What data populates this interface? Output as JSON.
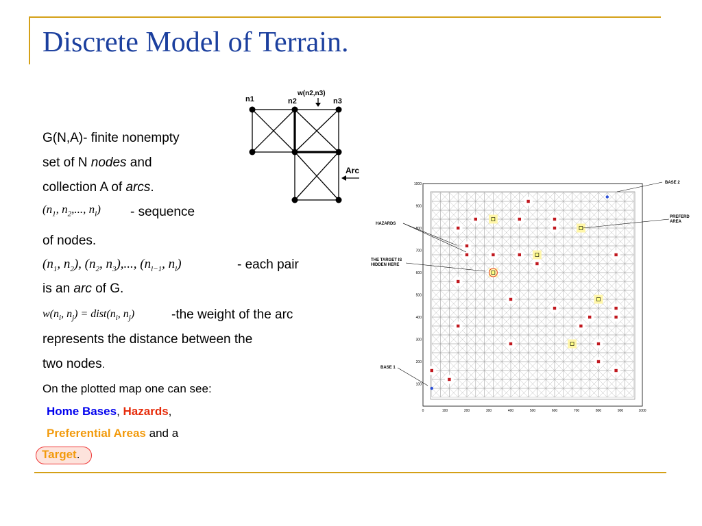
{
  "slide": {
    "title": "Discrete Model of Terrain.",
    "para1": {
      "line1": "G(N,A)- finite nonempty",
      "line2_pre": "set  of N ",
      "line2_em": "nodes",
      "line2_post": " and",
      "line3_pre": "collection A of ",
      "line3_em": "arcs",
      "line3_post": "."
    },
    "seq_formula": {
      "open": "(n",
      "s1": "1",
      "c1": ", n",
      "s2": "2",
      "c2": ",..., n",
      "s3": "l",
      "close": ")"
    },
    "seq_text": "- sequence",
    "seq_text2": "of nodes.",
    "pairs_formula": {
      "p1": "(n",
      "s1": "1",
      "p2": ", n",
      "s2": "2",
      "p3": "), (n",
      "s3": "2",
      "p4": ", n",
      "s4": "3",
      "p5": "),..., (n",
      "s5": "l−1",
      "p6": ", n",
      "s6": "l",
      "p7": ")"
    },
    "pairs_text": "- each pair",
    "arc_pre": "is an ",
    "arc_em": "arc",
    "arc_post": " of G.",
    "weight_formula": {
      "w": "w(n",
      "s1": "i",
      "a": ", n",
      "s2": "j",
      "b": ") = dist(n",
      "s3": "i",
      "c": ", n",
      "s4": "j",
      "d": ")"
    },
    "weight_text": "-the weight of the arc",
    "weight_text2": "represents the distance between the",
    "weight_text3": "two nodes",
    "weight_text3_end": ".",
    "map_line": "On the plotted map one can see:",
    "legend": {
      "home_bases": "Home Bases",
      "comma1": ",",
      "hazards": "Hazards",
      "comma2": ",",
      "preferential": "Preferential Areas",
      "and_a": " and a",
      "target": "Target",
      "period": "."
    }
  },
  "diagram": {
    "labels": {
      "n1": "n1",
      "n2": "n2",
      "n3": "n3",
      "weight": "w(n2,n3)",
      "arc": "Arc"
    }
  },
  "chart_data": {
    "type": "scatter",
    "xlim": [
      0,
      1000
    ],
    "ylim": [
      0,
      1000
    ],
    "xticks": [
      "0",
      "100",
      "200",
      "300",
      "400",
      "500",
      "600",
      "700",
      "800",
      "900",
      "1000"
    ],
    "yticks": [
      "100",
      "200",
      "300",
      "400",
      "500",
      "600",
      "700",
      "800",
      "900",
      "1000"
    ],
    "annotations": {
      "base2": "BASE 2",
      "preferd_area_1": "PREFERD",
      "preferd_area_2": "AREA",
      "hazards": "HAZARDS",
      "target_1": "THE TARGET IS",
      "target_2": "HIDDEN HERE",
      "base1": "BASE 1"
    },
    "colors": {
      "hazard": "#c0181e",
      "base": "#2a4fd6",
      "preferred": "#fff6a8",
      "target": "#e33a2a",
      "grid": "#9a9a9a"
    },
    "bases": [
      [
        40,
        80
      ],
      [
        840,
        940
      ]
    ],
    "target": [
      320,
      600
    ],
    "preferred": [
      [
        320,
        840
      ],
      [
        720,
        800
      ],
      [
        520,
        680
      ],
      [
        800,
        480
      ],
      [
        680,
        280
      ]
    ],
    "hazards": [
      [
        480,
        920
      ],
      [
        160,
        800
      ],
      [
        240,
        840
      ],
      [
        440,
        840
      ],
      [
        600,
        840
      ],
      [
        600,
        800
      ],
      [
        200,
        720
      ],
      [
        200,
        680
      ],
      [
        320,
        680
      ],
      [
        440,
        680
      ],
      [
        520,
        640
      ],
      [
        880,
        680
      ],
      [
        160,
        560
      ],
      [
        400,
        480
      ],
      [
        600,
        440
      ],
      [
        760,
        400
      ],
      [
        880,
        440
      ],
      [
        880,
        400
      ],
      [
        160,
        360
      ],
      [
        720,
        360
      ],
      [
        400,
        280
      ],
      [
        800,
        280
      ],
      [
        800,
        200
      ],
      [
        880,
        160
      ],
      [
        40,
        160
      ],
      [
        120,
        120
      ]
    ]
  }
}
